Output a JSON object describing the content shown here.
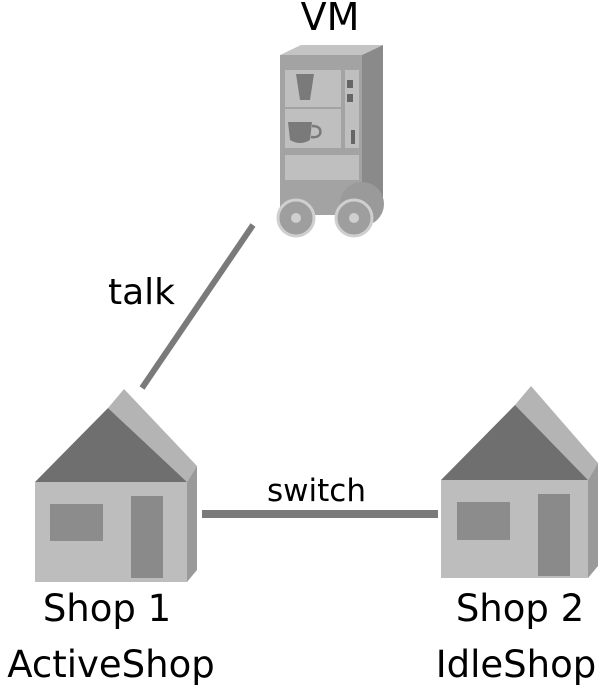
{
  "diagram": {
    "nodes": {
      "vm": {
        "label": "VM",
        "icon": "vending-machine-icon"
      },
      "shop1": {
        "name": "Shop 1",
        "role": "ActiveShop",
        "icon": "house-icon"
      },
      "shop2": {
        "name": "Shop 2",
        "role": "IdleShop",
        "icon": "house-icon"
      }
    },
    "edges": {
      "vm_shop1": {
        "label": "talk"
      },
      "shop1_shop2": {
        "label": "switch"
      }
    }
  },
  "colors": {
    "edge": "#7a7a7a",
    "roof": "#6f6f6f",
    "roof_edge": "#b4b4b4",
    "wall": "#bdbdbd",
    "wall_side": "#9a9a9a",
    "door": "#8a8a8a",
    "window": "#8c8c8c",
    "machine_front": "#a3a3a3",
    "machine_side": "#8a8a8a",
    "machine_top": "#c4c4c4",
    "wheel": "#9e9e9e"
  }
}
